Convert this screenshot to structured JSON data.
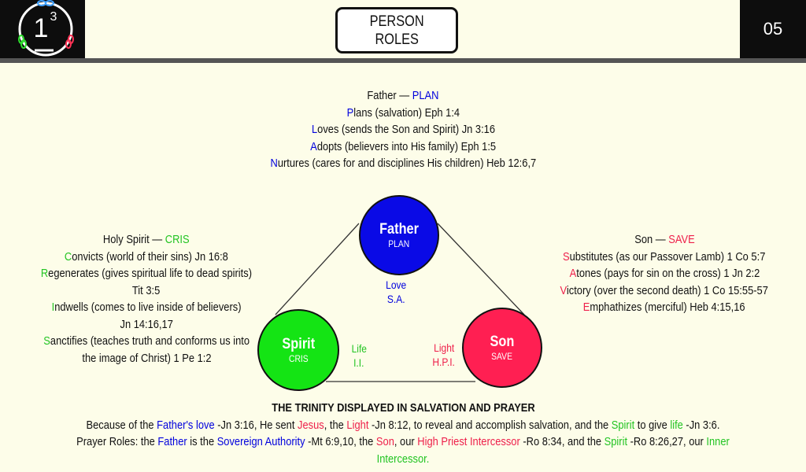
{
  "header": {
    "title_line1": "PERSON",
    "title_line2": "ROLES",
    "page_number": "05",
    "logo_digit": "1",
    "logo_superscript": "3"
  },
  "colors": {
    "blue": "#0000dd",
    "green": "#22c422",
    "red": "#ee1f4a"
  },
  "father": {
    "heading": {
      "name": "Father",
      "dash": " — ",
      "acronym": "PLAN"
    },
    "items": [
      {
        "letter": "P",
        "rest": "lans (salvation) Eph 1:4"
      },
      {
        "letter": "L",
        "rest": "oves (sends the Son and Spirit) Jn 3:16"
      },
      {
        "letter": "A",
        "rest": "dopts (believers into His family) Eph 1:5"
      },
      {
        "letter": "N",
        "rest": "urtures (cares for and disciplines His children) Heb 12:6,7"
      }
    ]
  },
  "spirit": {
    "heading": {
      "name": "Holy Spirit",
      "dash": " — ",
      "acronym": "CRIS"
    },
    "items": [
      {
        "letter": "C",
        "rest": "onvicts (world of their sins) Jn 16:8"
      },
      {
        "letter": "R",
        "rest": "egenerates (gives spiritual life to dead spirits)",
        "cont": "Tit 3:5"
      },
      {
        "letter": "I",
        "rest": "ndwells (comes to live inside of believers)",
        "cont": "Jn 14:16,17"
      },
      {
        "letter": "S",
        "rest": "anctifies (teaches truth and conforms us into",
        "cont": "the image of Christ) 1 Pe 1:2"
      }
    ]
  },
  "son": {
    "heading": {
      "name": "Son",
      "dash": " — ",
      "acronym": "SAVE"
    },
    "items": [
      {
        "letter": "S",
        "rest": "ubstitutes (as our Passover Lamb) 1 Co 5:7"
      },
      {
        "letter": "A",
        "rest": "tones (pays for sin on the cross) 1 Jn 2:2"
      },
      {
        "letter": "V",
        "rest": "ictory (over the second death) 1 Co 15:55-57"
      },
      {
        "letter": "E",
        "rest": "mphathizes (merciful) Heb 4:15,16"
      }
    ]
  },
  "diagram": {
    "father_circle": {
      "name": "Father",
      "sub": "PLAN"
    },
    "spirit_circle": {
      "name": "Spirit",
      "sub": "CRIS"
    },
    "son_circle": {
      "name": "Son",
      "sub": "SAVE"
    },
    "father_label": {
      "word": "Love",
      "abbr": "S.A."
    },
    "spirit_label": {
      "word": "Life",
      "abbr": "I.I."
    },
    "son_label": {
      "word": "Light",
      "abbr": "H.P.I."
    }
  },
  "bottom": {
    "heading": "THE TRINITY DISPLAYED IN SALVATION AND PRAYER",
    "salvation": {
      "t1": "Because of the ",
      "t2": "Father's love",
      "t3": " -Jn 3:16, He sent ",
      "t4": "Jesus",
      "t5": ", the ",
      "t6": "Light",
      "t7": " -Jn 8:12, to reveal and accomplish salvation, and the ",
      "t8": "Spirit",
      "t9": " to give ",
      "t10": "life",
      "t11": " -Jn 3:6."
    },
    "prayer": {
      "t1": "Prayer Roles:",
      "t2": " the ",
      "t3": "Father",
      "t4": " is the ",
      "t5": "Sovereign Authority",
      "t6": " -Mt 6:9,10, the ",
      "t7": "Son",
      "t8": ", our ",
      "t9": "High Priest Intercessor",
      "t10": " -Ro 8:34, and the ",
      "t11": "Spirit",
      "t12": " -Ro 8:26,27, our ",
      "t13": "Inner Intercessor."
    }
  }
}
